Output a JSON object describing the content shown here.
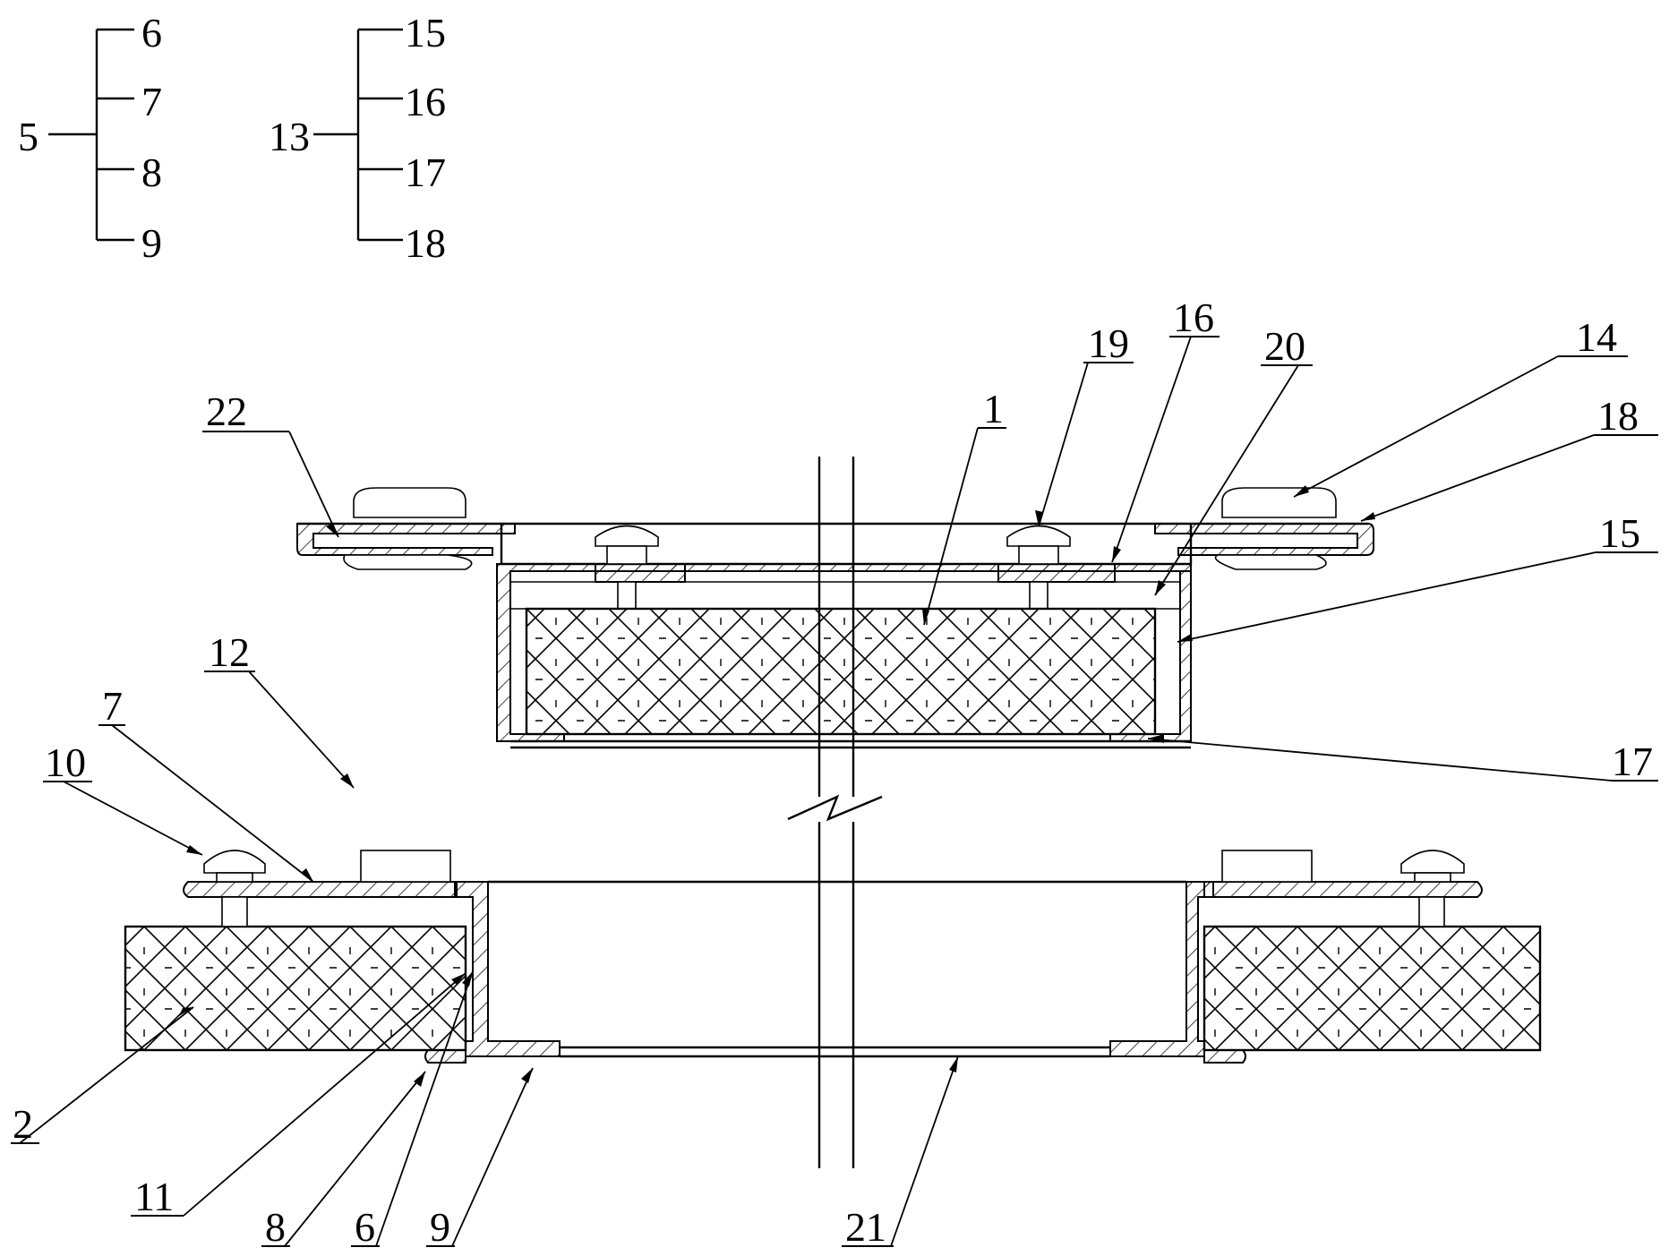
{
  "groups": [
    {
      "root": "5",
      "members": [
        "6",
        "7",
        "8",
        "9"
      ]
    },
    {
      "root": "13",
      "members": [
        "15",
        "16",
        "17",
        "18"
      ]
    }
  ],
  "callouts": {
    "c1": "1",
    "c2": "2",
    "c6": "6",
    "c7": "7",
    "c8": "8",
    "c9": "9",
    "c10": "10",
    "c11": "11",
    "c12": "12",
    "c14": "14",
    "c15": "15",
    "c16": "16",
    "c17": "17",
    "c18": "18",
    "c19": "19",
    "c20": "20",
    "c21": "21",
    "c22": "22"
  }
}
